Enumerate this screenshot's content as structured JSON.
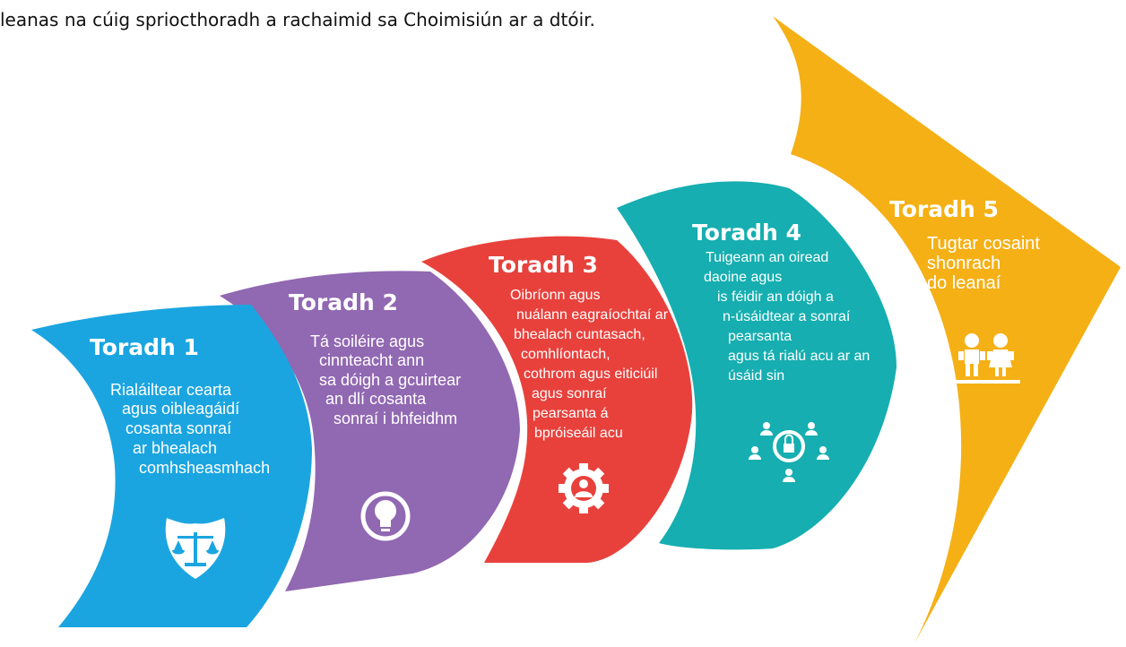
{
  "intro": "leanas na cúig spriocthoradh a rachaimid sa Choimisiún ar a dtóir.",
  "colors": {
    "step1": "#1ba5e0",
    "step2": "#9168b2",
    "step3": "#e8413c",
    "step4": "#16aeb0",
    "step5": "#f5b016"
  },
  "steps": [
    {
      "title": "Toradh 1",
      "lines": [
        "Rialáiltear cearta",
        "agus oibleagáidí",
        "cosanta sonraí",
        "ar bhealach",
        "comhsheasmhach"
      ],
      "icon": "scales-shield-icon"
    },
    {
      "title": "Toradh 2",
      "lines": [
        "Tá soiléire agus",
        "cinnteacht ann",
        "sa dóigh a gcuirtear",
        "an dlí cosanta",
        "sonraí i bhfeidhm"
      ],
      "icon": "lightbulb-icon"
    },
    {
      "title": "Toradh 3",
      "lines": [
        "Oibríonn agus",
        "nuálann eagraíochtaí ar",
        "bhealach cuntasach,",
        "comhlíontach,",
        "cothrom agus eiticiúil",
        "agus sonraí",
        "pearsanta á",
        "bpróiseáil acu"
      ],
      "icon": "gear-person-icon"
    },
    {
      "title": "Toradh 4",
      "lines": [
        "Tuigeann an oiread",
        "daoine agus",
        "is féidir an dóigh a",
        "n-úsáidtear a sonraí",
        "pearsanta",
        "agus tá rialú acu ar an",
        "úsáid sin"
      ],
      "icon": "people-lock-icon"
    },
    {
      "title": "Toradh 5",
      "lines": [
        "Tugtar cosaint",
        "shonrach",
        "do leanaí"
      ],
      "icon": "children-icon"
    }
  ]
}
